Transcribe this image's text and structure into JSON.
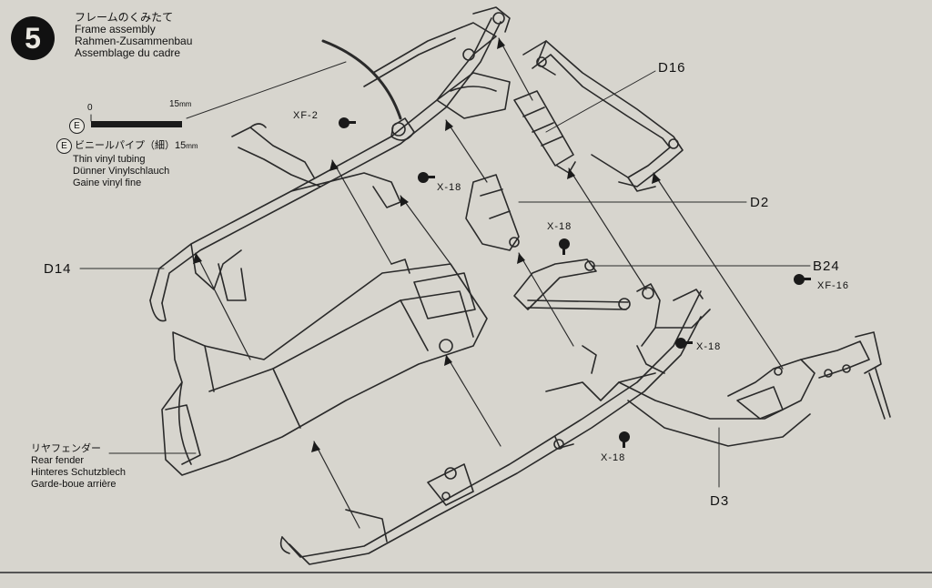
{
  "step": {
    "number": "5",
    "title_jp": "フレームのくみたて",
    "title_en": "Frame assembly",
    "title_de": "Rahmen-Zusammenbau",
    "title_fr": "Assemblage du cadre"
  },
  "scale_bar": {
    "start": "0",
    "end": "15",
    "unit": "mm"
  },
  "tubing": {
    "letter": "E",
    "name_jp": "ビニールパイプ（細）15",
    "unit": "mm",
    "name_en": "Thin vinyl tubing",
    "name_de": "Dünner Vinylschlauch",
    "name_fr": "Gaine vinyl fine"
  },
  "parts": {
    "d16": "D16",
    "d2": "D2",
    "d14": "D14",
    "b24": "B24",
    "d3": "D3"
  },
  "screws": {
    "xf2": "XF-2",
    "x18_a": "X-18",
    "x18_b": "X-18",
    "xf16": "XF-16",
    "x18_c": "X-18",
    "x18_d": "X-18"
  },
  "rear_fender": {
    "jp": "リヤフェンダー",
    "en": "Rear fender",
    "de": "Hinteres Schutzblech",
    "fr": "Garde-boue arrière"
  },
  "colors": {
    "paper": "#d7d5ce",
    "ink": "#1a1a1a",
    "line": "#2a2a2a"
  }
}
